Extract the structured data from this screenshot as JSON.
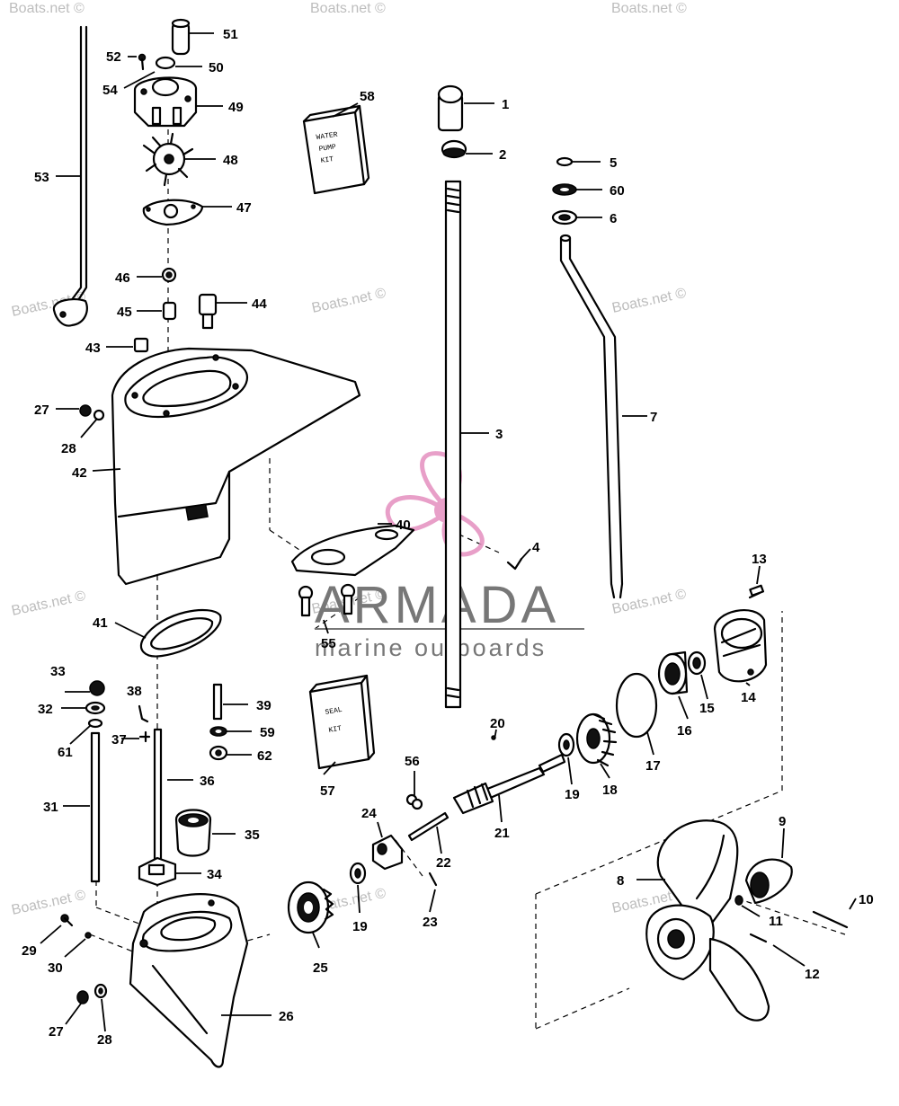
{
  "watermark": "Boats.net ©",
  "logo": {
    "name": "ARMADA",
    "tagline": "marine outboards",
    "color": "#e48fbf"
  },
  "kit_boxes": {
    "water_pump_kit": [
      "WATER",
      "PUMP",
      "KIT"
    ],
    "seal_kit": [
      "SEAL",
      "KIT"
    ]
  },
  "callouts": [
    "1",
    "2",
    "3",
    "4",
    "5",
    "60",
    "6",
    "7",
    "8",
    "9",
    "10",
    "11",
    "12",
    "13",
    "14",
    "15",
    "16",
    "17",
    "18",
    "19",
    "19",
    "20",
    "21",
    "22",
    "23",
    "24",
    "25",
    "26",
    "27",
    "28",
    "27",
    "28",
    "29",
    "30",
    "31",
    "32",
    "33",
    "34",
    "35",
    "36",
    "37",
    "38",
    "39",
    "40",
    "41",
    "42",
    "43",
    "44",
    "45",
    "46",
    "47",
    "48",
    "49",
    "50",
    "51",
    "52",
    "53",
    "54",
    "55",
    "56",
    "57",
    "58",
    "59",
    "61",
    "62"
  ]
}
